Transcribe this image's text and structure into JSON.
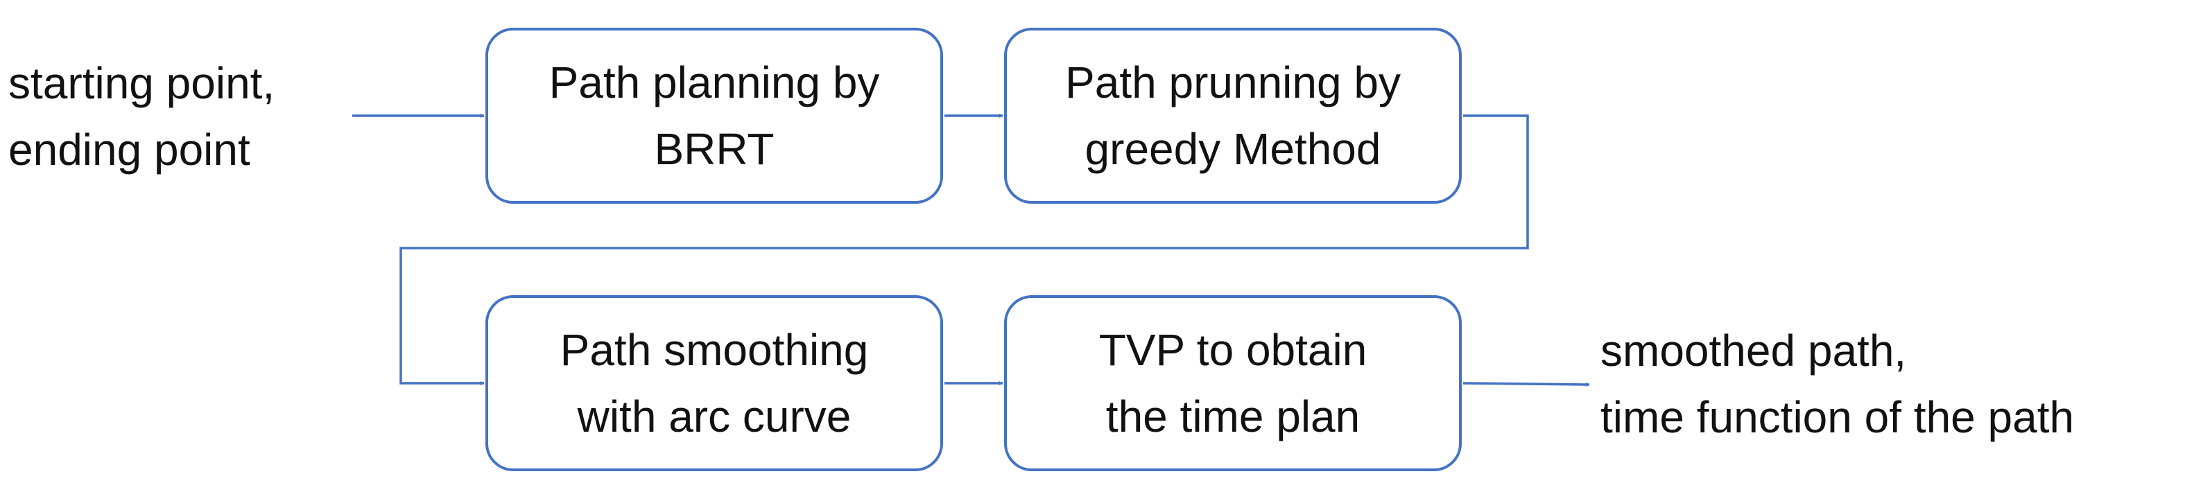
{
  "colors": {
    "accent": "#4472C4",
    "text": "#111111",
    "background": "#ffffff"
  },
  "input": {
    "lines": [
      "starting point,",
      "ending point"
    ]
  },
  "steps": [
    {
      "lines": [
        "Path planning by",
        "BRRT"
      ]
    },
    {
      "lines": [
        "Path prunning by",
        "greedy Method"
      ]
    },
    {
      "lines": [
        "Path smoothing",
        "with arc curve"
      ]
    },
    {
      "lines": [
        "TVP to obtain",
        "the time plan"
      ]
    }
  ],
  "output": {
    "lines": [
      "smoothed path,",
      "time function of the path"
    ]
  }
}
